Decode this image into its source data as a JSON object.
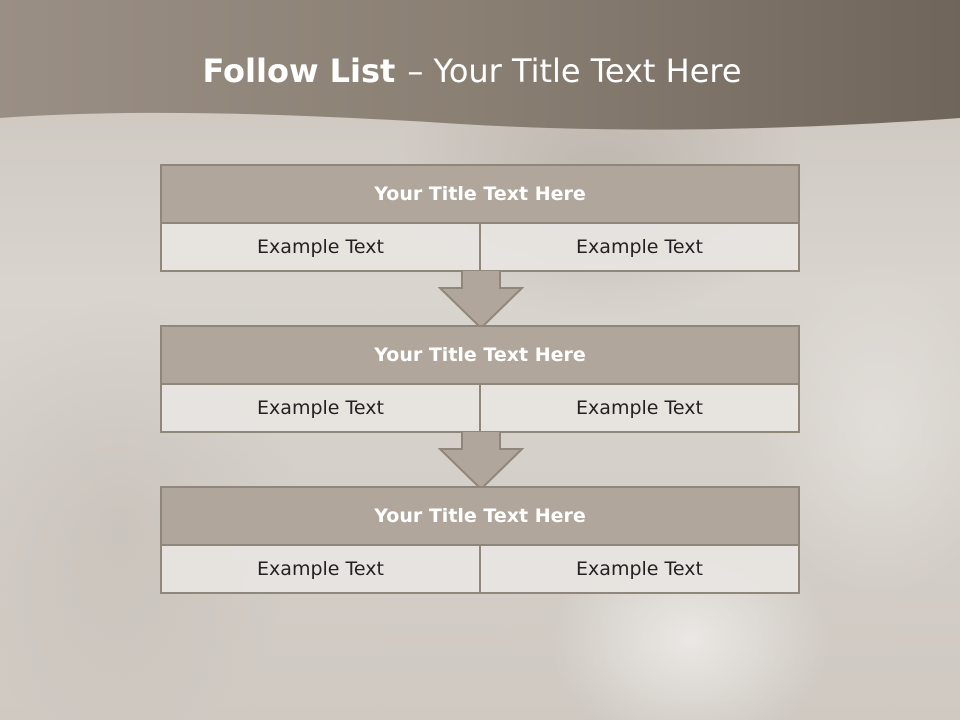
{
  "title": {
    "bold": "Follow List",
    "rest": "– Your Title Text Here"
  },
  "steps": [
    {
      "heading": "Your Title Text Here",
      "left": "Example Text",
      "right": "Example Text"
    },
    {
      "heading": "Your Title Text Here",
      "left": "Example Text",
      "right": "Example Text"
    },
    {
      "heading": "Your Title Text Here",
      "left": "Example Text",
      "right": "Example Text"
    }
  ],
  "colors": {
    "header_band": "#7a6e62",
    "box_header": "#b0a69c",
    "box_border": "#8f867c",
    "arrow_fill": "#b0a69c",
    "title_text": "#ffffff"
  },
  "icons": {
    "connector": "down-arrow-icon"
  }
}
